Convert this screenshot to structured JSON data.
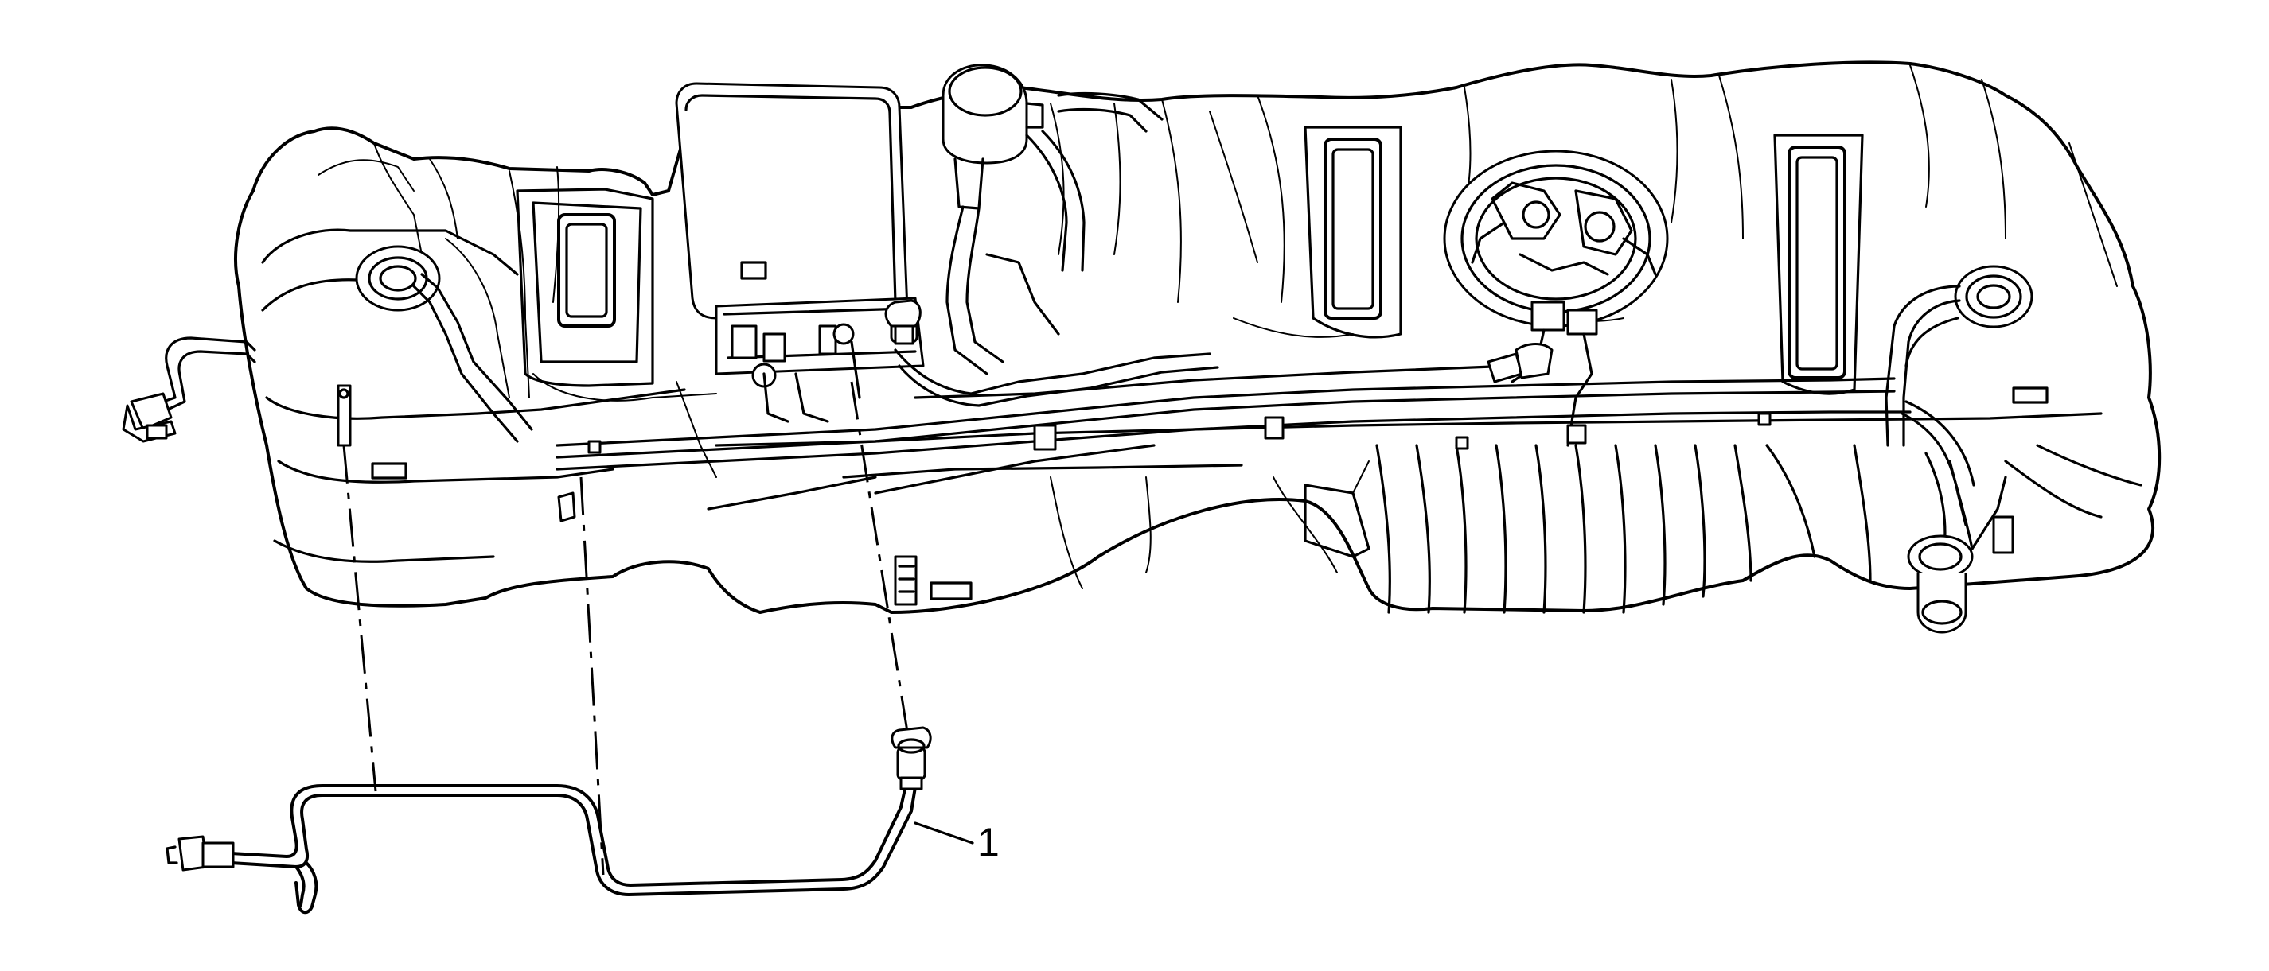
{
  "callouts": [
    {
      "id": "1",
      "label": "1"
    }
  ],
  "colors": {
    "line": "#000000",
    "background": "#ffffff"
  },
  "icons": [
    "fuel-tank",
    "fuel-pipe-assembly",
    "evap-canister",
    "fuel-pump-module",
    "fuel-sender-module",
    "fill-neck-port",
    "connector",
    "clip"
  ]
}
